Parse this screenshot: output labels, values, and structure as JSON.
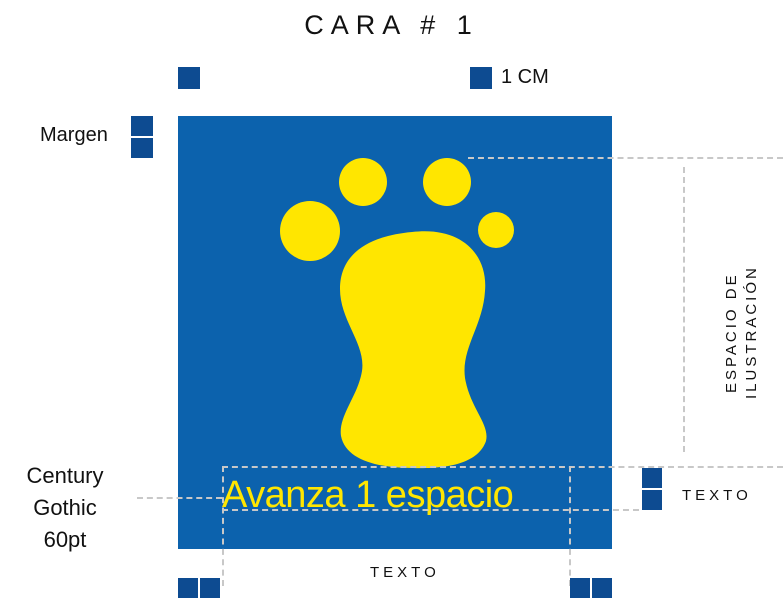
{
  "title": "CARA # 1",
  "legend": {
    "unit_label": "1 CM",
    "margin_label": "Margen"
  },
  "illustration_label": {
    "line1": "ESPACIO DE",
    "line2": "ILUSTRACIÓN"
  },
  "text_labels": {
    "right": "TEXTO",
    "bottom": "TEXTO"
  },
  "card": {
    "sample_text": "Avanza 1 espacio",
    "icon": "footprint-icon"
  },
  "font_spec": {
    "line1": "Century",
    "line2": "Gothic",
    "line3": "60pt"
  },
  "colors": {
    "card_blue": "#0c62ad",
    "unit_square": "#0d4b91",
    "footprint_yellow": "#ffe600",
    "guide_gray": "#c8c8c8"
  }
}
